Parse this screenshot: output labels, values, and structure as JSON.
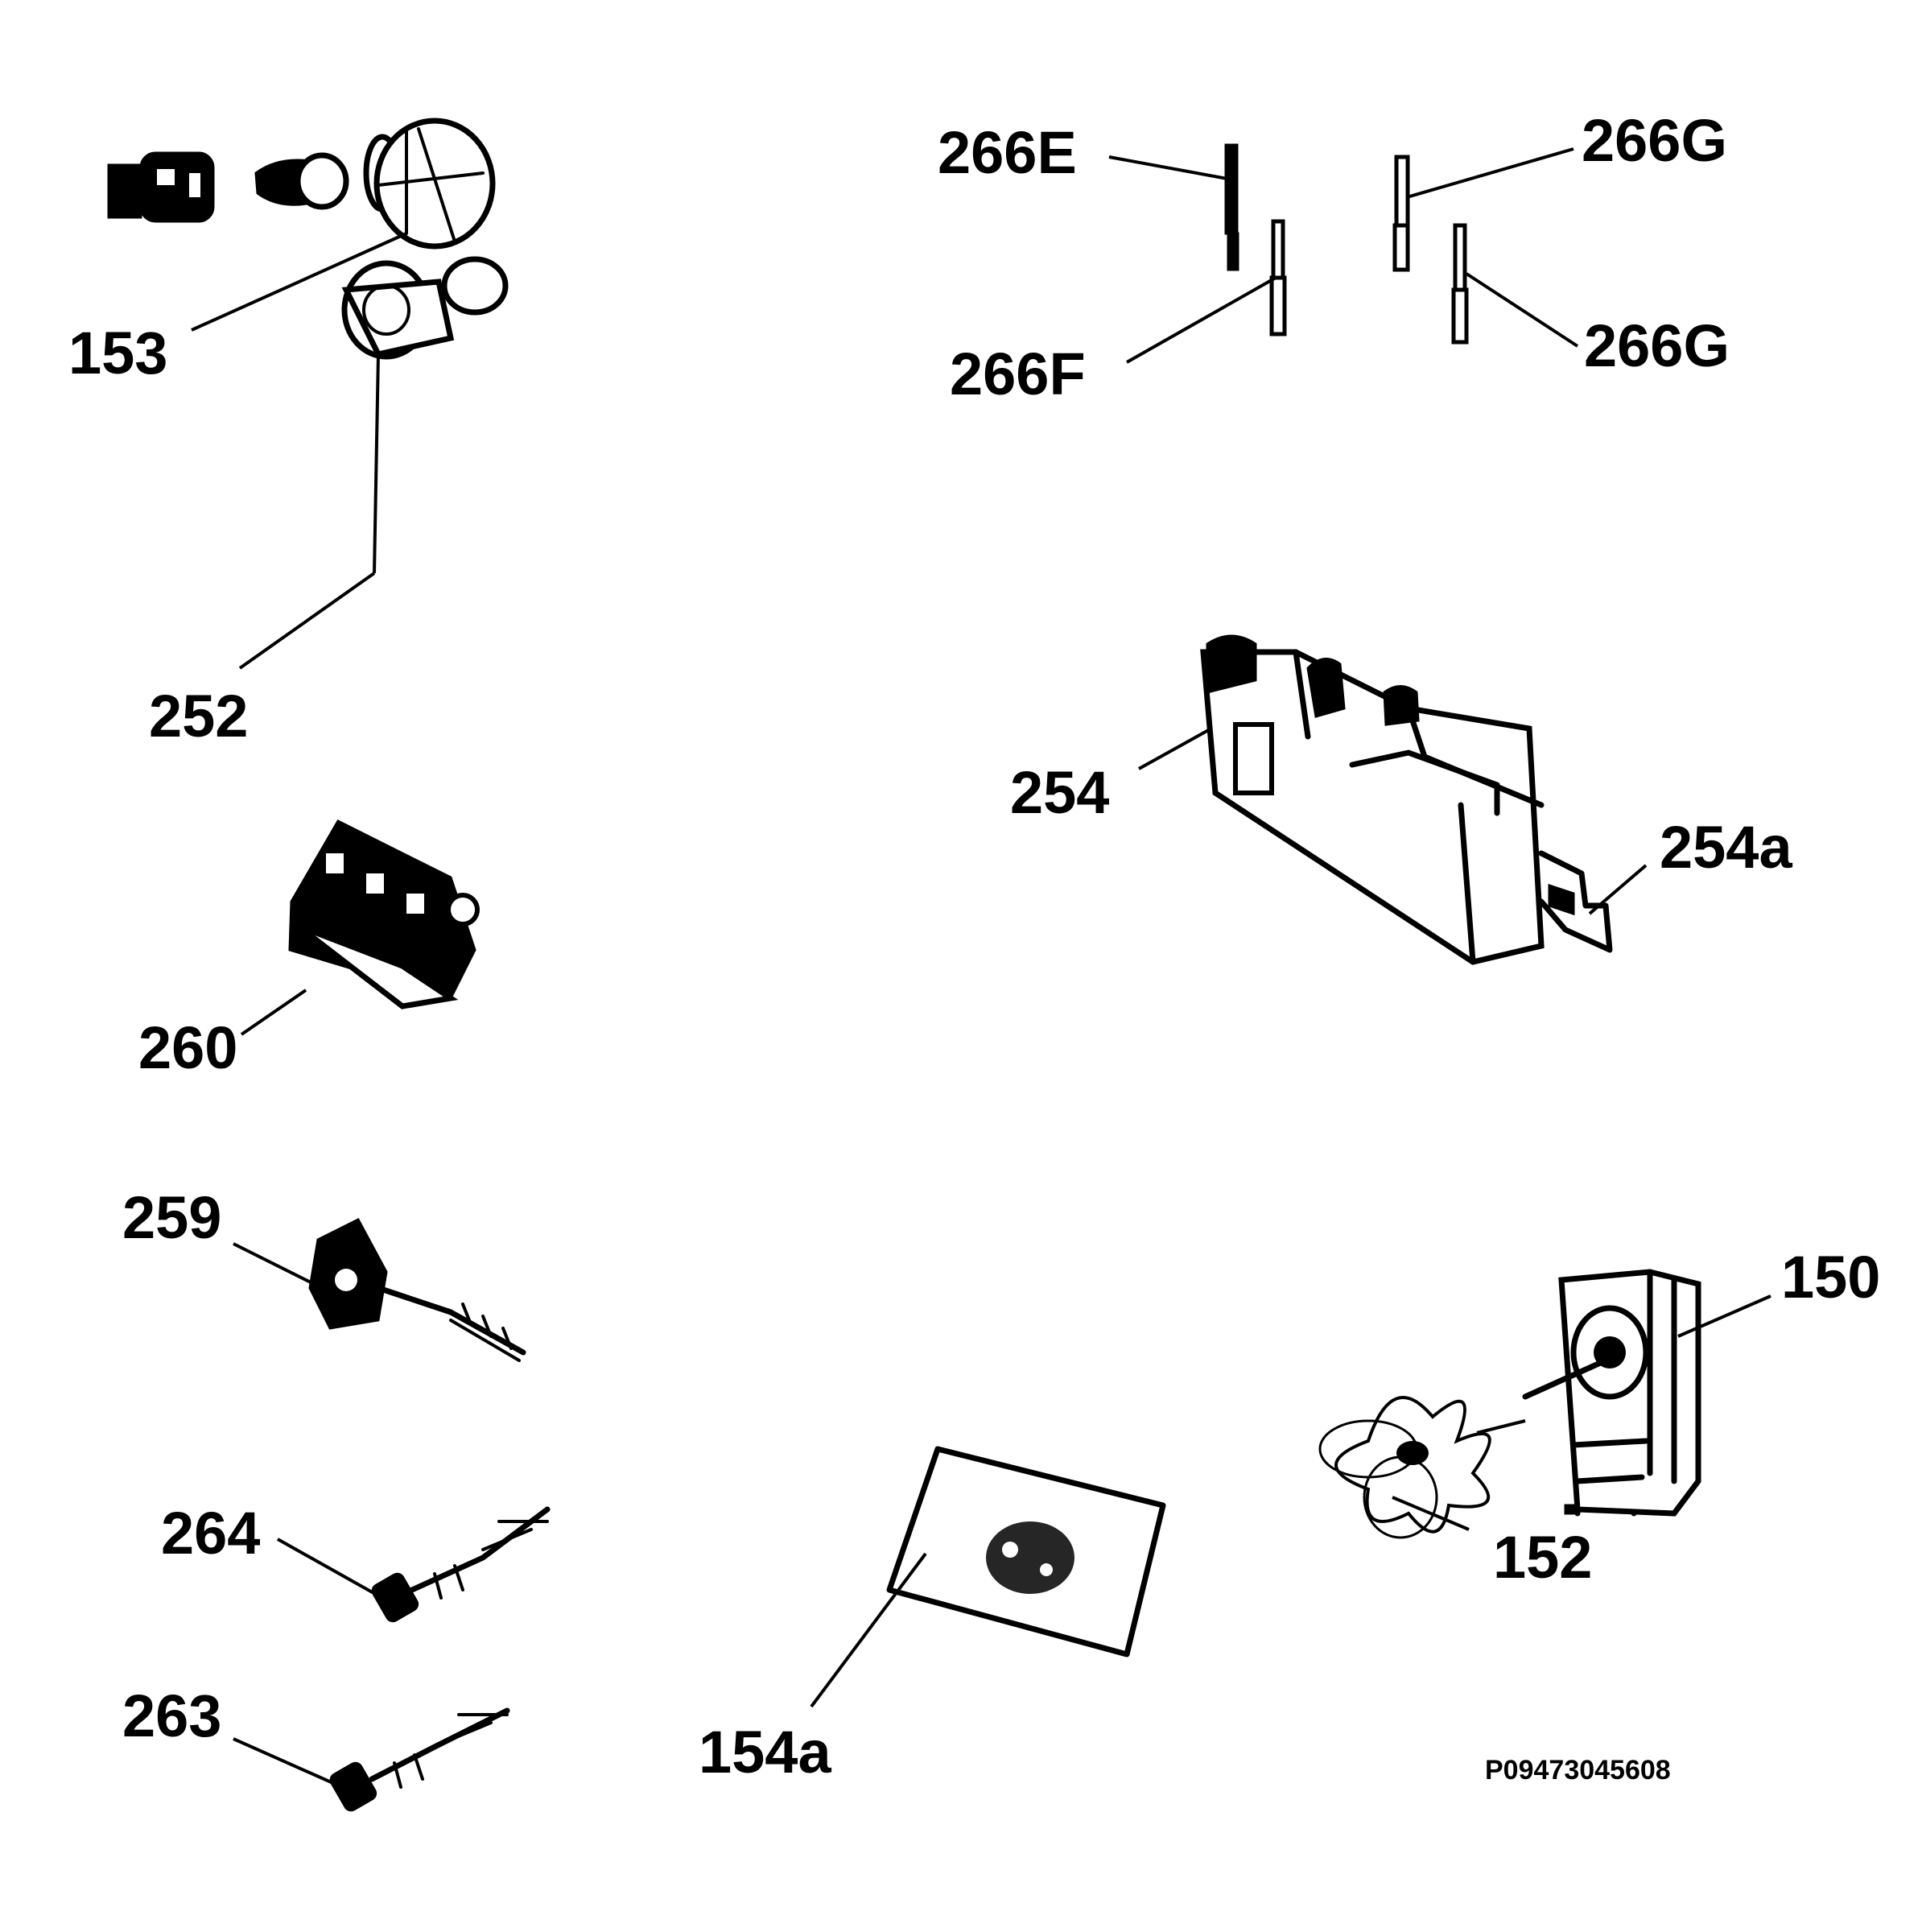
{
  "labels": {
    "p153": "153",
    "p252": "252",
    "p260": "260",
    "p259": "259",
    "p264": "264",
    "p263": "263",
    "p154a": "154a",
    "p152": "152",
    "p150": "150",
    "p254": "254",
    "p254a": "254a",
    "p266e": "266E",
    "p266f": "266F",
    "p266g_top": "266G",
    "p266g_bottom": "266G"
  },
  "diagram_code": "P09473045608"
}
